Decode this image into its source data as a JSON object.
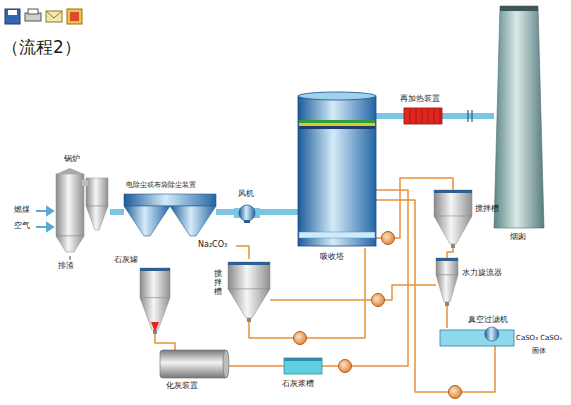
{
  "diagram": {
    "title": "（流程2）",
    "nodes": [
      {
        "text": [
          "锅炉"
        ]
      },
      {
        "text": [
          "电除尘或布袋除尘装置"
        ]
      },
      {
        "text": [
          "风机"
        ]
      },
      {
        "text": [
          "吸收塔"
        ]
      },
      {
        "text": [
          "再加热装置"
        ]
      },
      {
        "text": [
          "烟囱"
        ]
      },
      {
        "text": [
          "搅拌槽"
        ]
      },
      {
        "text": [
          "搅拌槽"
        ]
      },
      {
        "text": [
          "水力旋流器"
        ]
      },
      {
        "text": [
          "真空过滤机"
        ]
      },
      {
        "text": [
          "石灰罐"
        ]
      },
      {
        "text": [
          "化灰装置"
        ]
      },
      {
        "text": [
          "石灰浆槽"
        ]
      }
    ],
    "edges": [
      {
        "from": 0,
        "to": 1,
        "arrow": "none"
      },
      {
        "from": 1,
        "to": 2,
        "arrow": "none"
      },
      {
        "from": 2,
        "to": 3,
        "arrow": "none"
      },
      {
        "from": 3,
        "to": 4,
        "arrow": "none"
      },
      {
        "from": 4,
        "to": 5,
        "arrow": "none"
      },
      {
        "from": 3,
        "to": 6,
        "arrow": "none"
      },
      {
        "from": 6,
        "to": 8,
        "arrow": "none"
      },
      {
        "from": 8,
        "to": 9,
        "arrow": "none"
      },
      {
        "from": 7,
        "to": 3,
        "arrow": "none"
      },
      {
        "from": 10,
        "to": 11,
        "arrow": "none"
      },
      {
        "from": 11,
        "to": 12,
        "arrow": "none"
      },
      {
        "from": 12,
        "to": 3,
        "arrow": "none"
      },
      {
        "from": 8,
        "to": 7,
        "arrow": "none"
      },
      {
        "from": 9,
        "to": 3,
        "arrow": "none"
      }
    ],
    "labels": [
      "燃煤",
      "空气",
      "排渣",
      "Na₂CO₃",
      "CaSO₃ CaSO₄",
      "固体"
    ]
  }
}
